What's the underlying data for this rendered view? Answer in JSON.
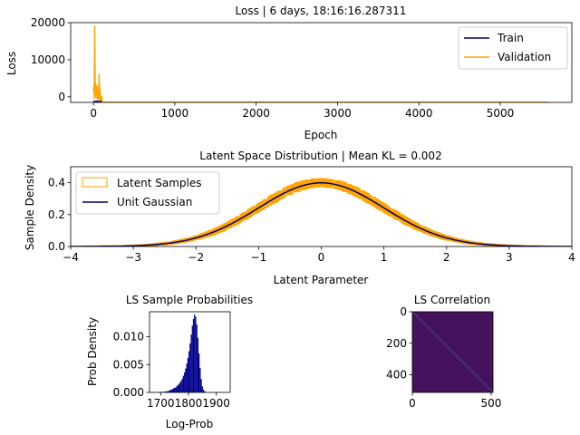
{
  "chart_data": [
    {
      "id": "loss",
      "type": "line",
      "title": "Loss | 6 days, 18:16:16.287311",
      "xlabel": "Epoch",
      "ylabel": "Loss",
      "xlim": [
        -280,
        5880
      ],
      "ylim": [
        -1500,
        20000
      ],
      "xticks": [
        0,
        1000,
        2000,
        3000,
        4000,
        5000
      ],
      "yticks": [
        0,
        10000,
        20000
      ],
      "legend": "upper right",
      "series": [
        {
          "name": "Train",
          "color": "#00006e",
          "x": [
            0,
            20,
            40,
            60,
            80,
            100
          ],
          "y": [
            -1200,
            -1250,
            -1200,
            -1230,
            -1250,
            -1250
          ]
        },
        {
          "name": "Validation",
          "color": "#ffa500",
          "x": [
            0,
            5,
            10,
            15,
            18,
            22,
            25,
            30,
            35,
            40,
            45,
            50,
            55,
            60,
            65,
            70,
            75,
            80,
            85,
            90,
            95,
            100,
            110,
            200,
            1000,
            2000,
            3000,
            4000,
            5000,
            5600
          ],
          "y": [
            1500,
            3000,
            -500,
            19200,
            9000,
            800,
            3800,
            -300,
            2800,
            400,
            3200,
            -800,
            1600,
            -900,
            2000,
            6200,
            -600,
            2400,
            -1100,
            400,
            -1200,
            200,
            -1400,
            -1450,
            -1450,
            -1450,
            -1450,
            -1450,
            -1450,
            -1450
          ]
        }
      ]
    },
    {
      "id": "latent",
      "type": "histogram",
      "title": "Latent Space Distribution | Mean KL = 0.002",
      "xlabel": "Latent Parameter",
      "ylabel": "Sample Density",
      "xlim": [
        -4,
        4
      ],
      "ylim": [
        0,
        0.5
      ],
      "xticks": [
        -4,
        -3,
        -2,
        -1,
        0,
        1,
        2,
        3,
        4
      ],
      "yticks": [
        0.0,
        0.2,
        0.4
      ],
      "legend": "upper left",
      "series": [
        {
          "name": "Latent Samples",
          "color": "#ffa500",
          "distribution": "normal",
          "mean": 0,
          "std": 1,
          "peak": 0.4
        },
        {
          "name": "Unit Gaussian",
          "color": "#00006e",
          "distribution": "normal",
          "mean": 0,
          "std": 1,
          "peak": 0.399
        }
      ]
    },
    {
      "id": "probs",
      "type": "histogram",
      "title": "LS Sample Probabilities",
      "xlabel": "Log-Prob",
      "ylabel": "Prob Density",
      "xlim": [
        1660,
        1950
      ],
      "ylim": [
        0,
        0.0145
      ],
      "xticks": [
        1700,
        1800,
        1900
      ],
      "yticks": [
        0.0,
        0.005,
        0.01
      ],
      "ytick_labels": [
        "0.000",
        "0.005",
        "0.010"
      ],
      "color": "#00008b",
      "bin_start": 1660,
      "bin_width": 4,
      "values": [
        0,
        0,
        0,
        0,
        0,
        0,
        0,
        0,
        0.0001,
        0,
        0.0001,
        0.0001,
        0.0001,
        0.0001,
        0.0002,
        0.0002,
        0.0002,
        0.0003,
        0.0004,
        0.0005,
        0.0006,
        0.0007,
        0.0008,
        0.0009,
        0.0011,
        0.0013,
        0.0015,
        0.0018,
        0.0021,
        0.0025,
        0.003,
        0.0036,
        0.0043,
        0.0052,
        0.0062,
        0.0074,
        0.0088,
        0.0104,
        0.012,
        0.0132,
        0.014,
        0.0136,
        0.0122,
        0.0098,
        0.007,
        0.0044,
        0.0024,
        0.0011,
        0.0005,
        0.0002,
        0.0001,
        0,
        0,
        0
      ]
    },
    {
      "id": "corr",
      "type": "heatmap",
      "title": "LS Correlation",
      "xlim": [
        0,
        512
      ],
      "ylim": [
        512,
        0
      ],
      "xticks": [
        0,
        500
      ],
      "yticks": [
        0,
        200,
        400
      ],
      "fill_color": "#45125e",
      "diagonal_color": "#3c5a8c"
    }
  ]
}
